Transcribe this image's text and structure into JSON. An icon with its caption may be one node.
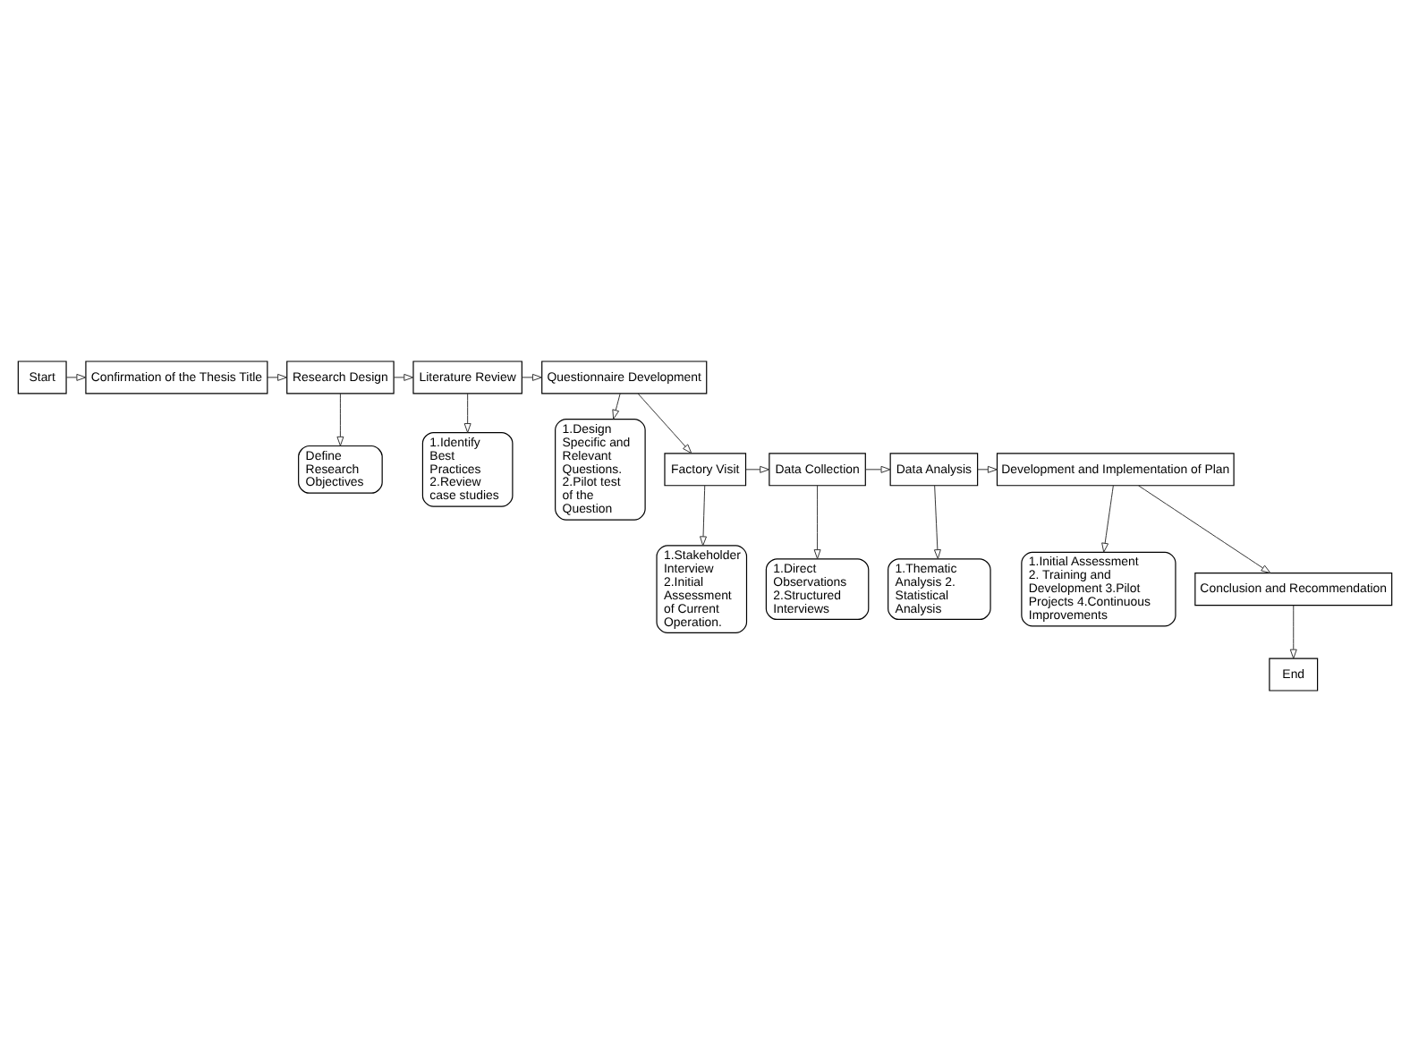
{
  "diagram": {
    "nodes": [
      {
        "text": [
          "Start"
        ]
      },
      {
        "text": [
          "Confirmation of the Thesis Title"
        ]
      },
      {
        "text": [
          "Research Design"
        ]
      },
      {
        "text": [
          "Define Research Objectives"
        ]
      },
      {
        "text": [
          "Literature Review"
        ]
      },
      {
        "text": [
          "1.Identify Best Practices 2.Review case studies"
        ]
      },
      {
        "text": [
          "Questionnaire Development"
        ]
      },
      {
        "text": [
          "1.Design Specific and Relevant Questions. 2.Pilot test of the Question"
        ]
      },
      {
        "text": [
          "Factory Visit"
        ]
      },
      {
        "text": [
          "1.Stakeholder Interview 2.Initial Assessment of Current Operation."
        ]
      },
      {
        "text": [
          "Data Collection"
        ]
      },
      {
        "text": [
          "1.Direct Observations 2.Structured Interviews"
        ]
      },
      {
        "text": [
          "Data Analysis"
        ]
      },
      {
        "text": [
          "1.Thematic Analysis 2. Statistical Analysis"
        ]
      },
      {
        "text": [
          "Development and Implementation of Plan"
        ]
      },
      {
        "text": [
          "1.Initial Assessment 2. Training and Development 3.Pilot Projects 4.Continuous Improvements"
        ]
      },
      {
        "text": [
          "Conclusion and Recommendation"
        ]
      },
      {
        "text": [
          "End"
        ]
      }
    ],
    "edges": [
      {
        "from": 0,
        "to": 1,
        "arrow": "to"
      },
      {
        "from": 1,
        "to": 2,
        "arrow": "to"
      },
      {
        "from": 2,
        "to": 3,
        "arrow": "to"
      },
      {
        "from": 2,
        "to": 4,
        "arrow": "to"
      },
      {
        "from": 4,
        "to": 5,
        "arrow": "to"
      },
      {
        "from": 4,
        "to": 6,
        "arrow": "to"
      },
      {
        "from": 6,
        "to": 7,
        "arrow": "to"
      },
      {
        "from": 6,
        "to": 8,
        "arrow": "to"
      },
      {
        "from": 8,
        "to": 9,
        "arrow": "to"
      },
      {
        "from": 8,
        "to": 10,
        "arrow": "to"
      },
      {
        "from": 10,
        "to": 11,
        "arrow": "to"
      },
      {
        "from": 10,
        "to": 12,
        "arrow": "to"
      },
      {
        "from": 12,
        "to": 13,
        "arrow": "to"
      },
      {
        "from": 12,
        "to": 14,
        "arrow": "to"
      },
      {
        "from": 14,
        "to": 15,
        "arrow": "to"
      },
      {
        "from": 14,
        "to": 16,
        "arrow": "to"
      },
      {
        "from": 16,
        "to": 17,
        "arrow": "to"
      }
    ]
  }
}
